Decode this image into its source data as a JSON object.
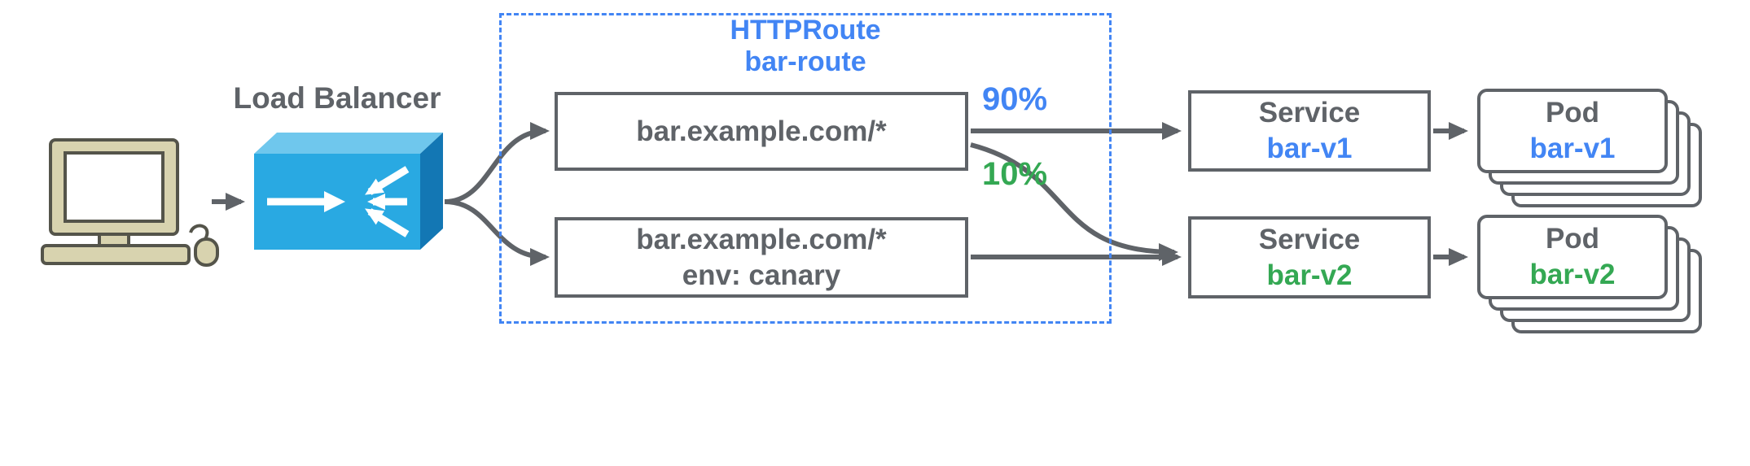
{
  "client": {
    "icon": "client-computer"
  },
  "load_balancer": {
    "label": "Load Balancer",
    "icon": "load-balancer"
  },
  "http_route": {
    "kind": "HTTPRoute",
    "name": "bar-route",
    "rules": [
      {
        "match": "bar.example.com/*"
      },
      {
        "match": "bar.example.com/*",
        "header": "env: canary"
      }
    ]
  },
  "weights": {
    "to_v1": "90%",
    "to_v2": "10%"
  },
  "services": [
    {
      "kind": "Service",
      "name": "bar-v1",
      "accent": "blue"
    },
    {
      "kind": "Service",
      "name": "bar-v2",
      "accent": "green"
    }
  ],
  "pods": [
    {
      "kind": "Pod",
      "name": "bar-v1",
      "accent": "blue"
    },
    {
      "kind": "Pod",
      "name": "bar-v2",
      "accent": "green"
    }
  ],
  "colors": {
    "blue": "#4285F4",
    "green": "#34A853",
    "gray": "#5F6368",
    "arrow": "#5F6368",
    "lb_front": "#29A9E2",
    "lb_top": "#6FC7ED",
    "lb_side": "#1377B4",
    "computer_fill": "#D8D3AF",
    "computer_stroke": "#54544A"
  }
}
